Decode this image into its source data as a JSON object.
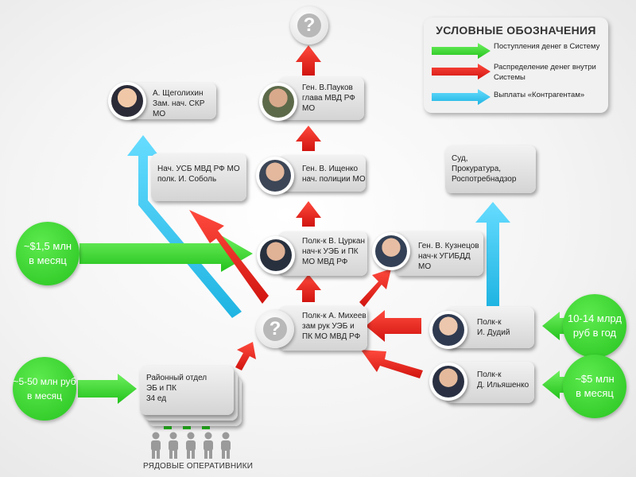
{
  "legend": {
    "title": "УСЛОВНЫЕ ОБОЗНАЧЕНИЯ",
    "items": [
      {
        "label": "Поступления денег в Систему",
        "color": "#35d32c"
      },
      {
        "label": "Распределение денег внутри\nСистемы",
        "color": "#e2201e"
      },
      {
        "label": "Выплаты «Контрагентам»",
        "color": "#31c6ee"
      }
    ]
  },
  "nodes": {
    "shchegolikhin": "А. Щеголихин\nЗам. нач. СКР МО",
    "paukov": "Ген. В.Пауков\nглава МВД РФ\nМО",
    "ishchenko": "Ген. В. Ищенко\nнач. полиции МО",
    "usb": "Нач. УСБ МВД РФ МО\nполк. И. Соболь",
    "court": "Суд,\nПрокуратура,\nРоспотребнадзор",
    "tsurkan": "Полк-к В. Цуркан\nнач-к УЭБ и ПК\nМО МВД РФ",
    "kuznetsov": "Ген. В. Кузнецов\nнач-к УГИБДД МО",
    "mikheev": "Полк-к А. Михеев\nзам рук УЭБ и\nПК МО МВД РФ",
    "dudiy": "Полк-к\nИ. Дудий",
    "ilyashenko": "Полк-к\nД. Ильяшенко",
    "district": "Районный отдел\nЭБ и ПК\n34 ед"
  },
  "money": {
    "left_top": "~$1,5 млн\nв месяц",
    "left_bottom": "~5-50 млн руб\nв месяц",
    "right_top": "10-14 млрд\nруб в год",
    "right_bottom": "~$5 млн\nв месяц"
  },
  "footer": {
    "label": "РЯДОВЫЕ ОПЕРАТИВНИКИ"
  },
  "colors": {
    "green": "#35d32c",
    "red": "#e2201e",
    "blue": "#31c6ee",
    "node": "#dddddd"
  }
}
